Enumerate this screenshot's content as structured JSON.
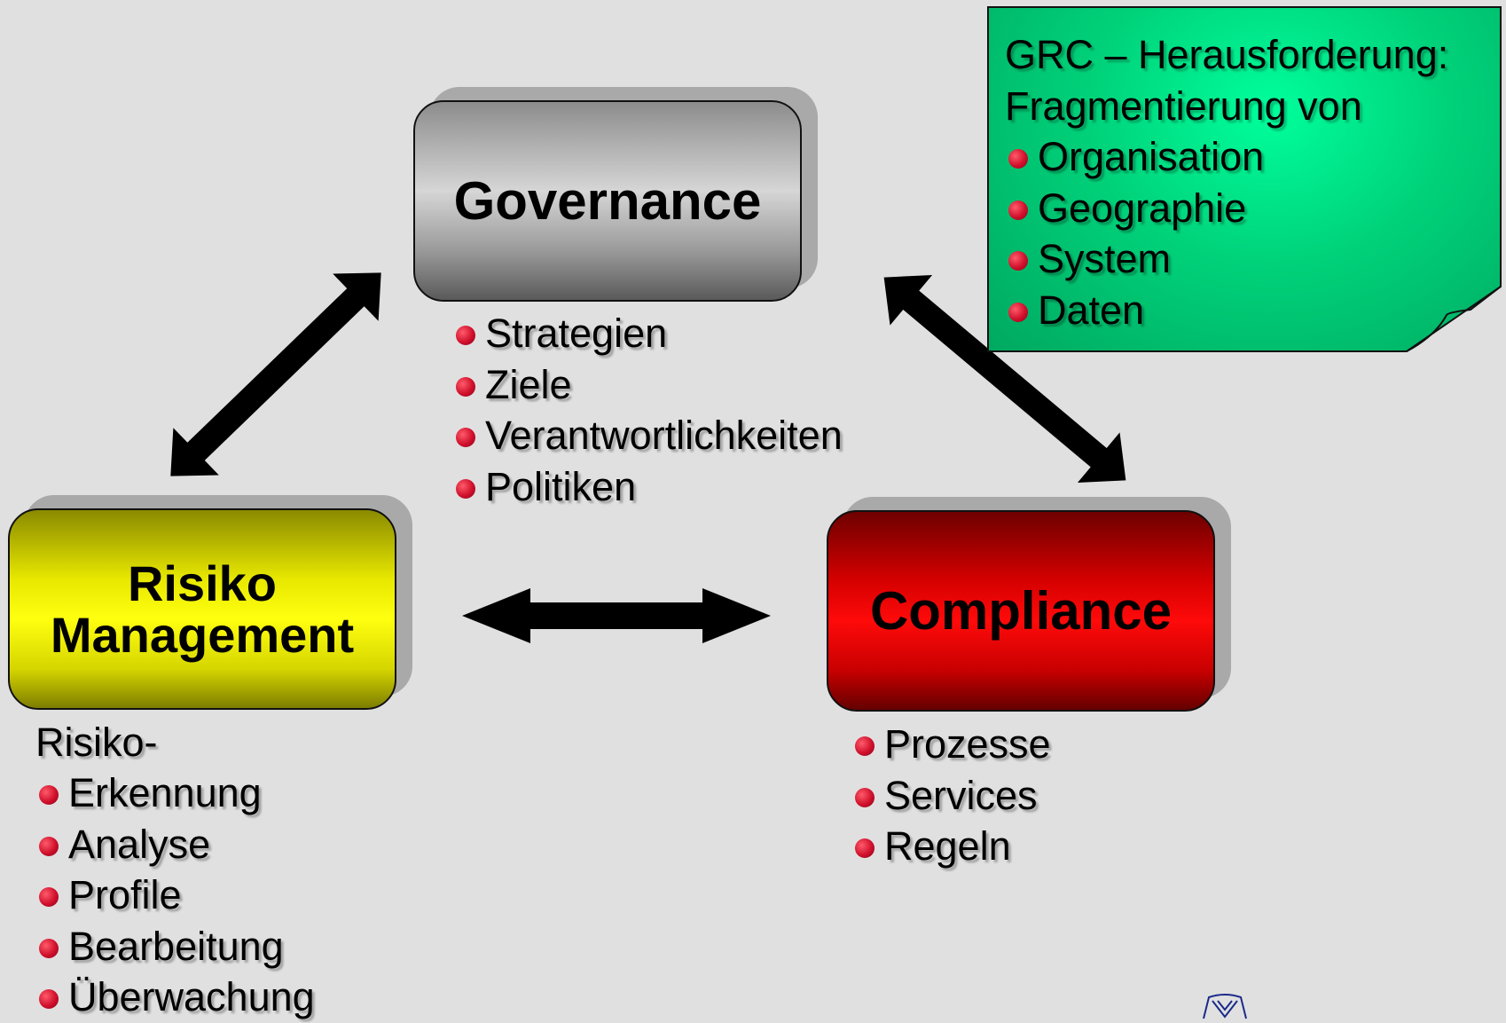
{
  "governance": {
    "title": "Governance",
    "items": [
      "Strategien",
      "Ziele",
      "Verantwortlichkeiten",
      "Politiken"
    ]
  },
  "risk": {
    "title_line1": "Risiko",
    "title_line2": "Management",
    "prefix": "Risiko-",
    "items": [
      "Erkennung",
      "Analyse",
      "Profile",
      "Bearbeitung",
      "Überwachung"
    ]
  },
  "compliance": {
    "title": "Compliance",
    "items": [
      "Prozesse",
      "Services",
      "Regeln"
    ]
  },
  "note": {
    "line1": "GRC – Herausforderung:",
    "line2": "Fragmentierung von",
    "items": [
      "Organisation",
      "Geographie",
      "System",
      "Daten"
    ]
  },
  "colors": {
    "governance_box": "#c0c0c0",
    "risk_box": "#ffff00",
    "compliance_box": "#ff0000",
    "note": "#00e68a",
    "bullet": "#d0102c",
    "arrow": "#000000"
  }
}
